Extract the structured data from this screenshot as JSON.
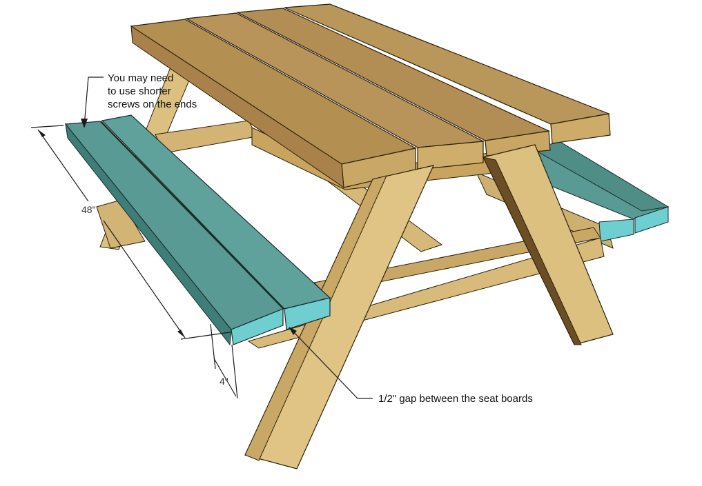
{
  "annotations": {
    "shorter_screws": [
      "You may need",
      "to use shorter",
      "screws on the ends"
    ],
    "gap_note": "1/2\" gap between the seat boards",
    "length_dim": "48\"",
    "depth_dim": "4\""
  },
  "colors": {
    "wood_top": "#c2a062",
    "wood_side": "#a8824a",
    "wood_light": "#dcc080",
    "seat_top": "#5a9a94",
    "seat_end": "#6fcfd0",
    "seat_dark": "#3f7d78"
  }
}
